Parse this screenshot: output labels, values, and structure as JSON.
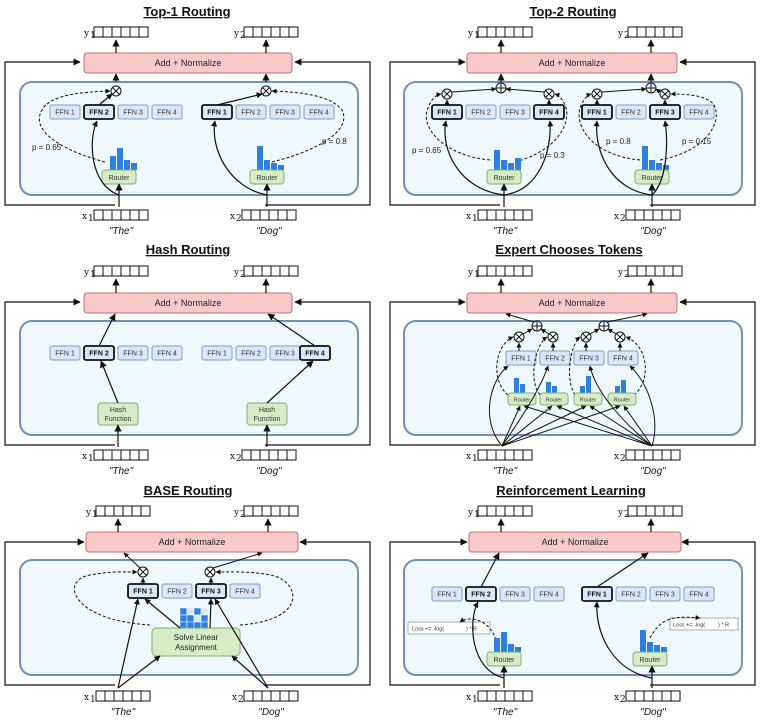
{
  "colors": {
    "inner_fill": "#eef8fd",
    "inner_stroke": "#6f8fbd",
    "norm_fill": "#f7c9c9",
    "norm_stroke": "#cc6b6b",
    "ffn_fill": "#d9e8f9",
    "ffn_stroke": "#7e9cc6",
    "router_fill": "#d6ecc9",
    "router_stroke": "#7fb06a",
    "bar": "#2f7fe0"
  },
  "common": {
    "add_normalize": "Add + Normalize",
    "router": "Router",
    "ffn_labels": [
      "FFN 1",
      "FFN 2",
      "FFN 3",
      "FFN 4"
    ],
    "y1": "y",
    "y2": "y",
    "y1_sub": "1",
    "y2_sub": "2",
    "x1": "x",
    "x2": "x",
    "x1_sub": "1",
    "x2_sub": "2",
    "word1": "\"The\"",
    "word2": "\"Dog\""
  },
  "panels": {
    "top1": {
      "title": "Top-1 Routing",
      "p_left": "p = 0.65",
      "p_right": "p = 0.8"
    },
    "top2": {
      "title": "Top-2 Routing",
      "p1": "p = 0.65",
      "p2": "p = 0.3",
      "p3": "p = 0.8",
      "p4": "p = 0.15"
    },
    "hash": {
      "title": "Hash Routing",
      "hash_line1": "Hash",
      "hash_line2": "Function"
    },
    "expert": {
      "title": "Expert Chooses Tokens"
    },
    "base": {
      "title": "BASE Routing",
      "solve_line1": "Solve Linear",
      "solve_line2": "Assignment"
    },
    "rl": {
      "title": "Reinforcement Learning",
      "loss_prefix": "Loss += -log(",
      "loss_suffix": ") * R"
    }
  }
}
